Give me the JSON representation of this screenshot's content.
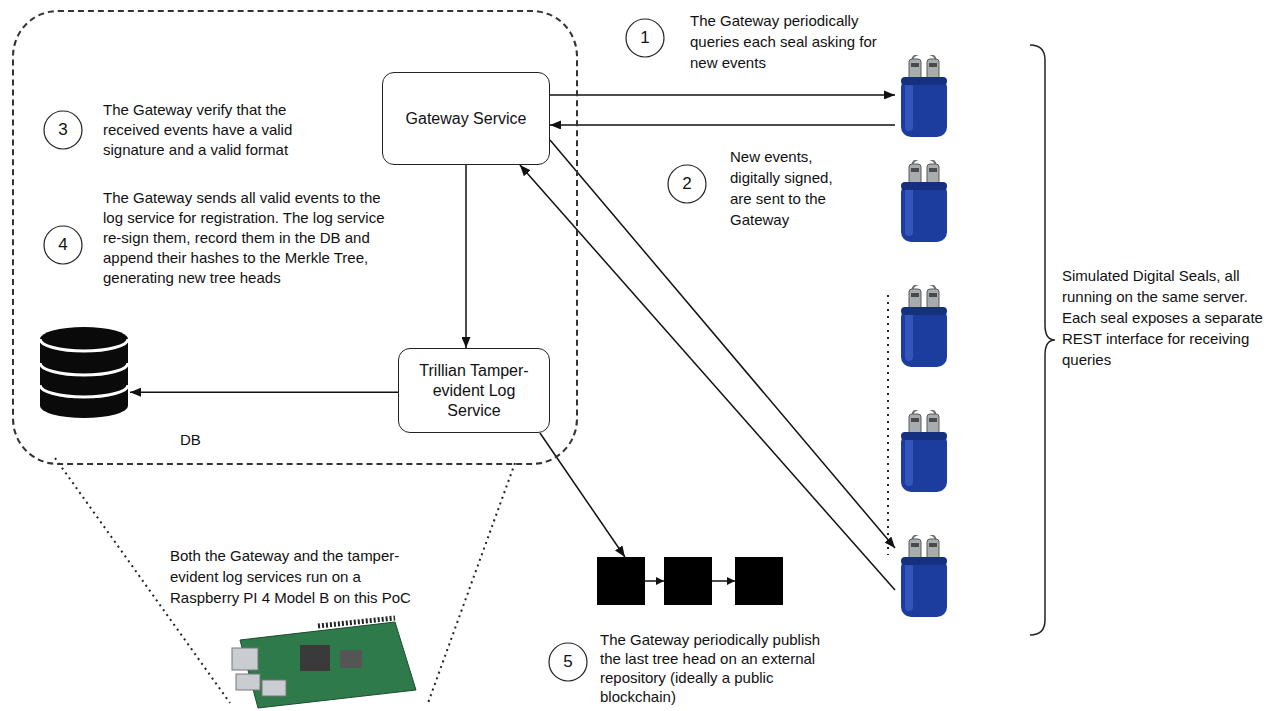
{
  "diagram": {
    "nodes": [
      {
        "text": [
          "The Gateway verify that the received events have a valid signature and a valid format",
          "The Gateway sends all valid events to the log service for registration. The log service re-sign them, record them in the DB and append their hashes to the Merkle Tree, generating new tree heads"
        ]
      },
      {
        "text": [
          "Gateway Service"
        ],
        "in": 0
      },
      {
        "text": [
          "Trillian Tamper-evident Log Service"
        ],
        "in": 0
      },
      {
        "text": [
          "DB"
        ],
        "in": 0
      },
      {
        "text": [
          "The Gateway periodically publish the last tree head on an external repository (ideally a public blockchain)"
        ]
      },
      {
        "text": [
          "Simulated Digital Seals, all running on the same server. Each seal exposes a separate REST interface for receiving queries"
        ]
      }
    ],
    "edges": [
      {
        "from": 1,
        "to": 5,
        "arrow": "to"
      },
      {
        "from": 5,
        "to": 1,
        "arrow": "to"
      },
      {
        "from": 1,
        "to": 2,
        "arrow": "to"
      },
      {
        "from": 2,
        "to": 3,
        "arrow": "to"
      },
      {
        "from": 2,
        "to": 4,
        "arrow": "to"
      },
      {
        "from": 1,
        "to": 5,
        "arrow": "to"
      },
      {
        "from": 5,
        "to": 1,
        "arrow": "to"
      }
    ],
    "labels": [
      "1",
      "The Gateway periodically queries each seal asking for new events",
      "2",
      "New events, digitally signed, are sent to the Gateway",
      "3",
      "4",
      "Both the Gateway and the tamper-evident log services run on a Raspberry PI 4 Model B on this PoC",
      "5"
    ]
  }
}
